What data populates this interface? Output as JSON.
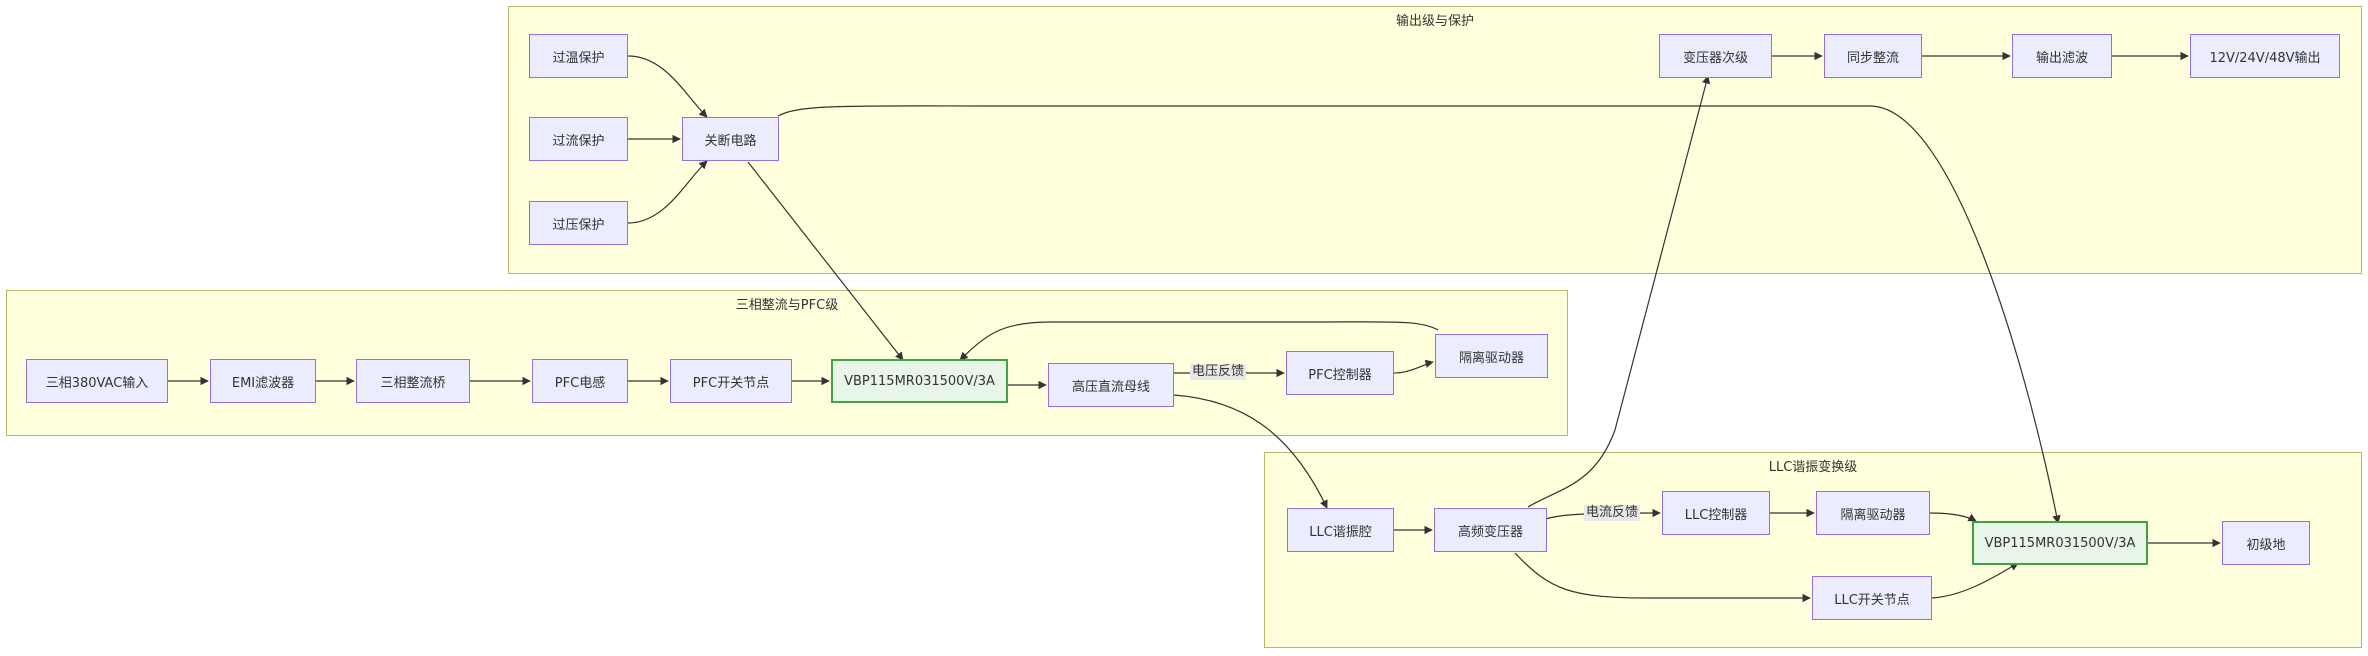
{
  "clusters": {
    "output": {
      "title": "输出级与保护"
    },
    "pfc": {
      "title": "三相整流与PFC级"
    },
    "llc": {
      "title": "LLC谐振变换级"
    }
  },
  "nodes": {
    "over_temp": "过温保护",
    "over_current": "过流保护",
    "over_voltage": "过压保护",
    "shutdown": "关断电路",
    "transformer_secondary": "变压器次级",
    "sync_rect": "同步整流",
    "output_filter": "输出滤波",
    "output": "12V/24V/48V输出",
    "ac_input": "三相380VAC输入",
    "emi_filter": "EMI滤波器",
    "rectifier_bridge": "三相整流桥",
    "pfc_inductor": "PFC电感",
    "pfc_switch_node": "PFC开关节点",
    "mosfet_pfc": "VBP115MR031500V/3A",
    "hv_bus": "高压直流母线",
    "pfc_controller": "PFC控制器",
    "isolated_driver_pfc": "隔离驱动器",
    "llc_tank": "LLC谐振腔",
    "hf_transformer": "高频变压器",
    "llc_controller": "LLC控制器",
    "isolated_driver_llc": "隔离驱动器",
    "mosfet_llc": "VBP115MR031500V/3A",
    "primary_ground": "初级地",
    "llc_switch_node": "LLC开关节点"
  },
  "edge_labels": {
    "voltage_feedback": "电压反馈",
    "current_feedback": "电流反馈"
  },
  "colors": {
    "cluster_fill": "#ffffde",
    "cluster_border": "#b6b66a",
    "node_fill": "#ececff",
    "node_border": "#9370db",
    "highlight_fill": "#e8f5e9",
    "highlight_border": "#43a047",
    "edge": "#333333"
  }
}
